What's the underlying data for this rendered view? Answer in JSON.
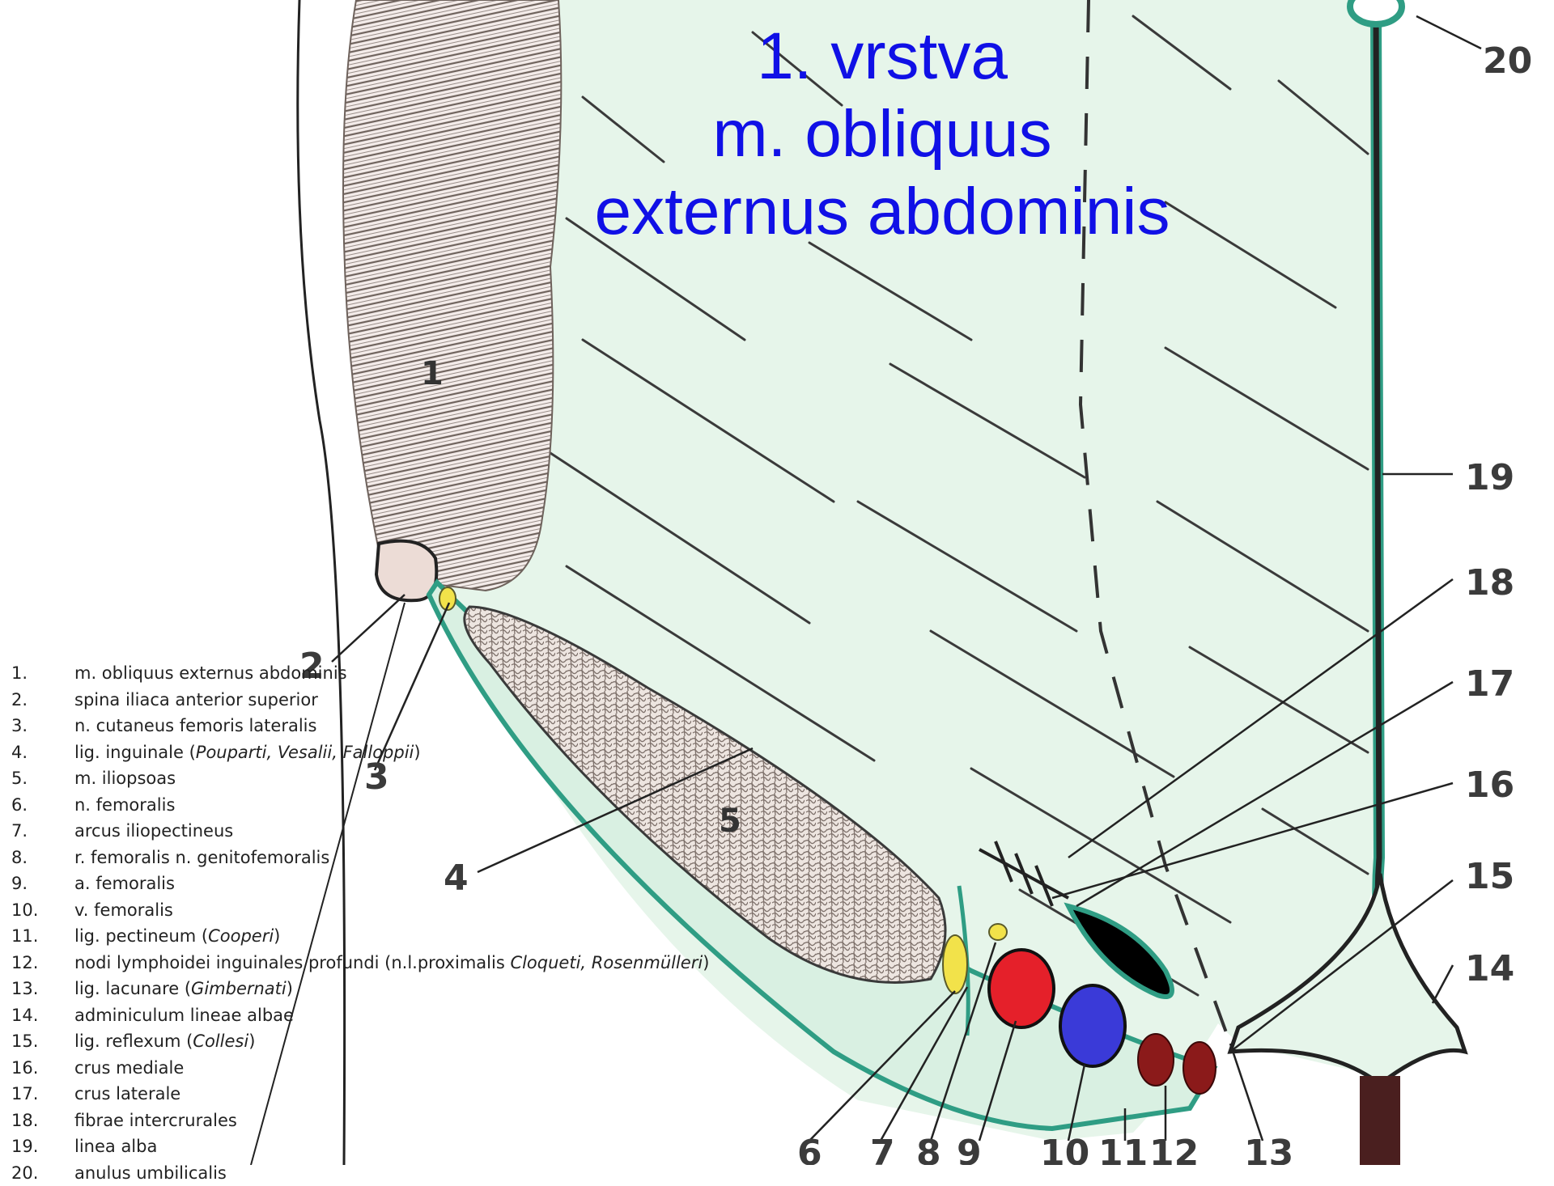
{
  "title": {
    "line1": "1. vrstva",
    "line2": "m. obliquus",
    "line3": "externus abdominis"
  },
  "colors": {
    "fascia_fill": "#e6f5ea",
    "fascia_edge": "#2f9d84",
    "muscle_hatch": "#8a7a72",
    "artery": "#e5202a",
    "vein": "#3a3ad8",
    "lymph_nodes": "#8b1a1a",
    "nerve": "#f2e24a",
    "title_text": "#1010e6"
  },
  "figure_numbers": {
    "n1": "1",
    "n2": "2",
    "n3": "3",
    "n4": "4",
    "n5": "5",
    "n6": "6",
    "n7": "7",
    "n8": "8",
    "n9": "9",
    "n10": "10",
    "n11": "11",
    "n12": "12",
    "n13": "13",
    "n14": "14",
    "n15": "15",
    "n16": "16",
    "n17": "17",
    "n18": "18",
    "n19": "19",
    "n20": "20"
  },
  "legend": [
    {
      "num": "1.",
      "text": "m. obliquus externus abdominis"
    },
    {
      "num": "2.",
      "text": "spina iliaca anterior superior"
    },
    {
      "num": "3.",
      "text": "n. cutaneus femoris lateralis"
    },
    {
      "num": "4.",
      "text": "lig. inguinale (",
      "italic": "Pouparti, Vesalii, Falloppii",
      "after": ")"
    },
    {
      "num": "5.",
      "text": "m. iliopsoas"
    },
    {
      "num": "6.",
      "text": "n. femoralis"
    },
    {
      "num": "7.",
      "text": "arcus iliopectineus"
    },
    {
      "num": "8.",
      "text": "r. femoralis n. genitofemoralis"
    },
    {
      "num": "9.",
      "text": "a. femoralis"
    },
    {
      "num": "10.",
      "text": "v. femoralis"
    },
    {
      "num": "11.",
      "text": "lig. pectineum (",
      "italic": "Cooperi",
      "after": ")"
    },
    {
      "num": "12.",
      "text": "nodi lymphoidei inguinales profundi (n.l.proximalis ",
      "italic": "Cloqueti, Rosenmülleri",
      "after": ")"
    },
    {
      "num": "13.",
      "text": "lig. lacunare (",
      "italic": "Gimbernati",
      "after": ")"
    },
    {
      "num": "14.",
      "text": "adminiculum lineae albae"
    },
    {
      "num": "15.",
      "text": "lig. reflexum (",
      "italic": "Collesi",
      "after": ")"
    },
    {
      "num": "16.",
      "text": "crus mediale"
    },
    {
      "num": "17.",
      "text": "crus laterale"
    },
    {
      "num": "18.",
      "text": "fibrae intercrurales"
    },
    {
      "num": "19.",
      "text": "linea alba"
    },
    {
      "num": "20.",
      "text": "anulus umbilicalis"
    }
  ]
}
